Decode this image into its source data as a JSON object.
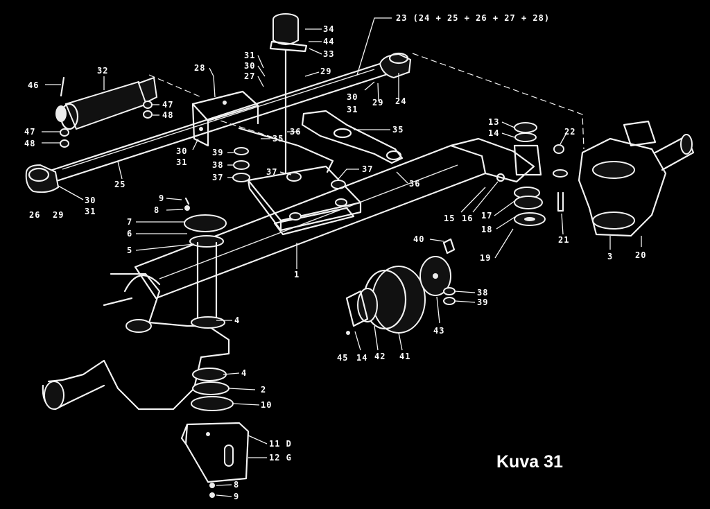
{
  "caption": "Kuva 31",
  "callouts": [
    {
      "id": "c23",
      "text": "23 (24 + 25 + 26 + 27 + 28)"
    },
    {
      "id": "c34",
      "text": "34"
    },
    {
      "id": "c44",
      "text": "44"
    },
    {
      "id": "c33",
      "text": "33"
    },
    {
      "id": "c29a",
      "text": "29"
    },
    {
      "id": "c30a",
      "text": "30"
    },
    {
      "id": "c31a",
      "text": "31"
    },
    {
      "id": "c29b",
      "text": "29"
    },
    {
      "id": "c24",
      "text": "24"
    },
    {
      "id": "c32",
      "text": "32"
    },
    {
      "id": "c46",
      "text": "46"
    },
    {
      "id": "c47a",
      "text": "47"
    },
    {
      "id": "c48a",
      "text": "48"
    },
    {
      "id": "c28",
      "text": "28"
    },
    {
      "id": "c31b",
      "text": "31"
    },
    {
      "id": "c30b",
      "text": "30"
    },
    {
      "id": "c27",
      "text": "27"
    },
    {
      "id": "c47b",
      "text": "47"
    },
    {
      "id": "c48b",
      "text": "48"
    },
    {
      "id": "c36a",
      "text": "36"
    },
    {
      "id": "c35a",
      "text": "35"
    },
    {
      "id": "c35b",
      "text": "35"
    },
    {
      "id": "c30c",
      "text": "30"
    },
    {
      "id": "c31c",
      "text": "31"
    },
    {
      "id": "c39a",
      "text": "39"
    },
    {
      "id": "c38a",
      "text": "38"
    },
    {
      "id": "c37a",
      "text": "37"
    },
    {
      "id": "c37b",
      "text": "37"
    },
    {
      "id": "c37c",
      "text": "37"
    },
    {
      "id": "c25",
      "text": "25"
    },
    {
      "id": "c26",
      "text": "26"
    },
    {
      "id": "c29c",
      "text": "29"
    },
    {
      "id": "c30d",
      "text": "30"
    },
    {
      "id": "c31d",
      "text": "31"
    },
    {
      "id": "c36b",
      "text": "36"
    },
    {
      "id": "c13",
      "text": "13"
    },
    {
      "id": "c14a",
      "text": "14"
    },
    {
      "id": "c22",
      "text": "22"
    },
    {
      "id": "c15",
      "text": "15"
    },
    {
      "id": "c16",
      "text": "16"
    },
    {
      "id": "c17",
      "text": "17"
    },
    {
      "id": "c18",
      "text": "18"
    },
    {
      "id": "c19",
      "text": "19"
    },
    {
      "id": "c21",
      "text": "21"
    },
    {
      "id": "c3",
      "text": "3"
    },
    {
      "id": "c20",
      "text": "20"
    },
    {
      "id": "c9a",
      "text": "9"
    },
    {
      "id": "c8a",
      "text": "8"
    },
    {
      "id": "c7",
      "text": "7"
    },
    {
      "id": "c6",
      "text": "6"
    },
    {
      "id": "c5",
      "text": "5"
    },
    {
      "id": "c1",
      "text": "1"
    },
    {
      "id": "c40",
      "text": "40"
    },
    {
      "id": "c38b",
      "text": "38"
    },
    {
      "id": "c39b",
      "text": "39"
    },
    {
      "id": "c43",
      "text": "43"
    },
    {
      "id": "c4a",
      "text": "4"
    },
    {
      "id": "c4b",
      "text": "4"
    },
    {
      "id": "c2",
      "text": "2"
    },
    {
      "id": "c10",
      "text": "10"
    },
    {
      "id": "c45",
      "text": "45"
    },
    {
      "id": "c14b",
      "text": "14"
    },
    {
      "id": "c42",
      "text": "42"
    },
    {
      "id": "c41",
      "text": "41"
    },
    {
      "id": "c11",
      "text": "11 D"
    },
    {
      "id": "c12",
      "text": "12 G"
    },
    {
      "id": "c8b",
      "text": "8"
    },
    {
      "id": "c9b",
      "text": "9"
    }
  ]
}
